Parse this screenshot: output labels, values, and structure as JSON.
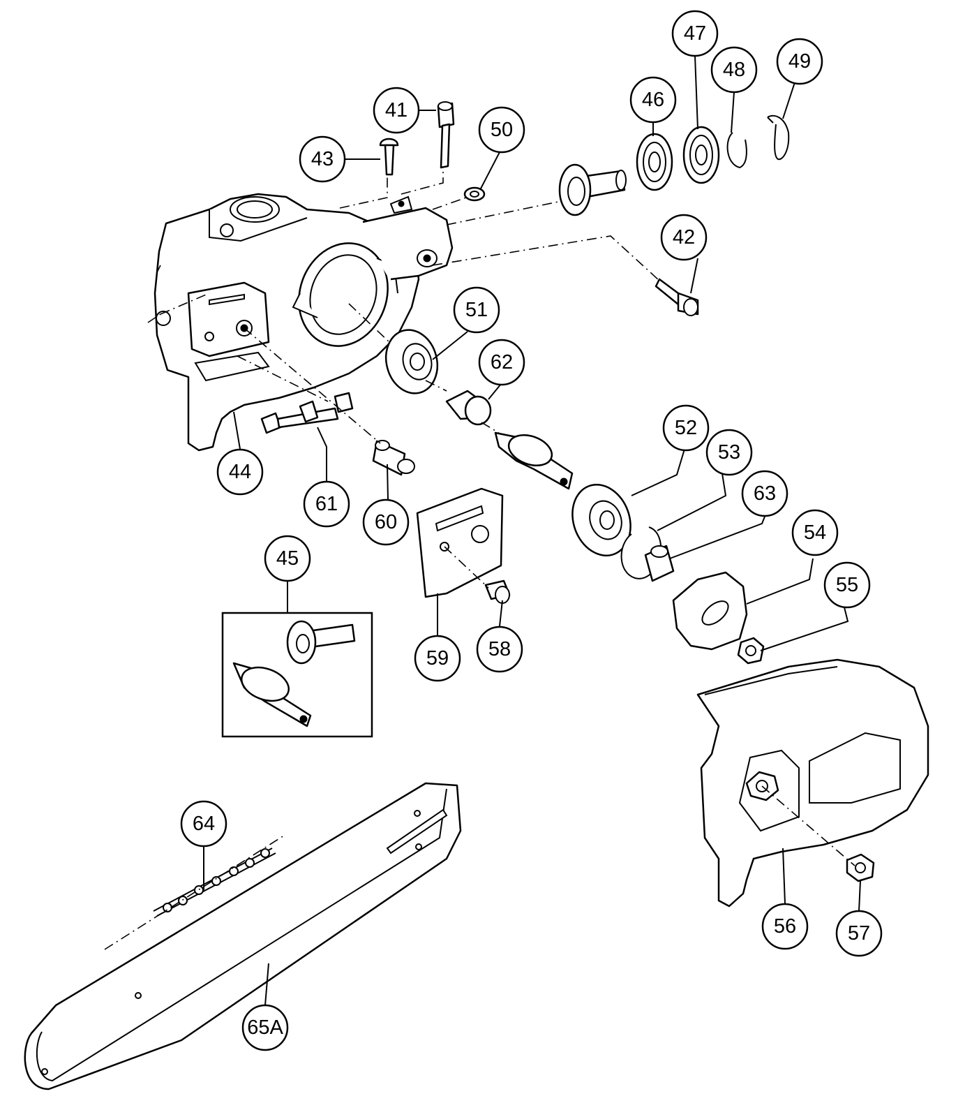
{
  "callouts": {
    "c41": "41",
    "c42": "42",
    "c43": "43",
    "c44": "44",
    "c45": "45",
    "c46": "46",
    "c47": "47",
    "c48": "48",
    "c49": "49",
    "c50": "50",
    "c51": "51",
    "c52": "52",
    "c53": "53",
    "c54": "54",
    "c55": "55",
    "c56": "56",
    "c57": "57",
    "c58": "58",
    "c59": "59",
    "c60": "60",
    "c61": "61",
    "c62": "62",
    "c63": "63",
    "c64": "64",
    "c65a": "65A"
  },
  "colors": {
    "line": "#000000",
    "background": "#ffffff"
  }
}
